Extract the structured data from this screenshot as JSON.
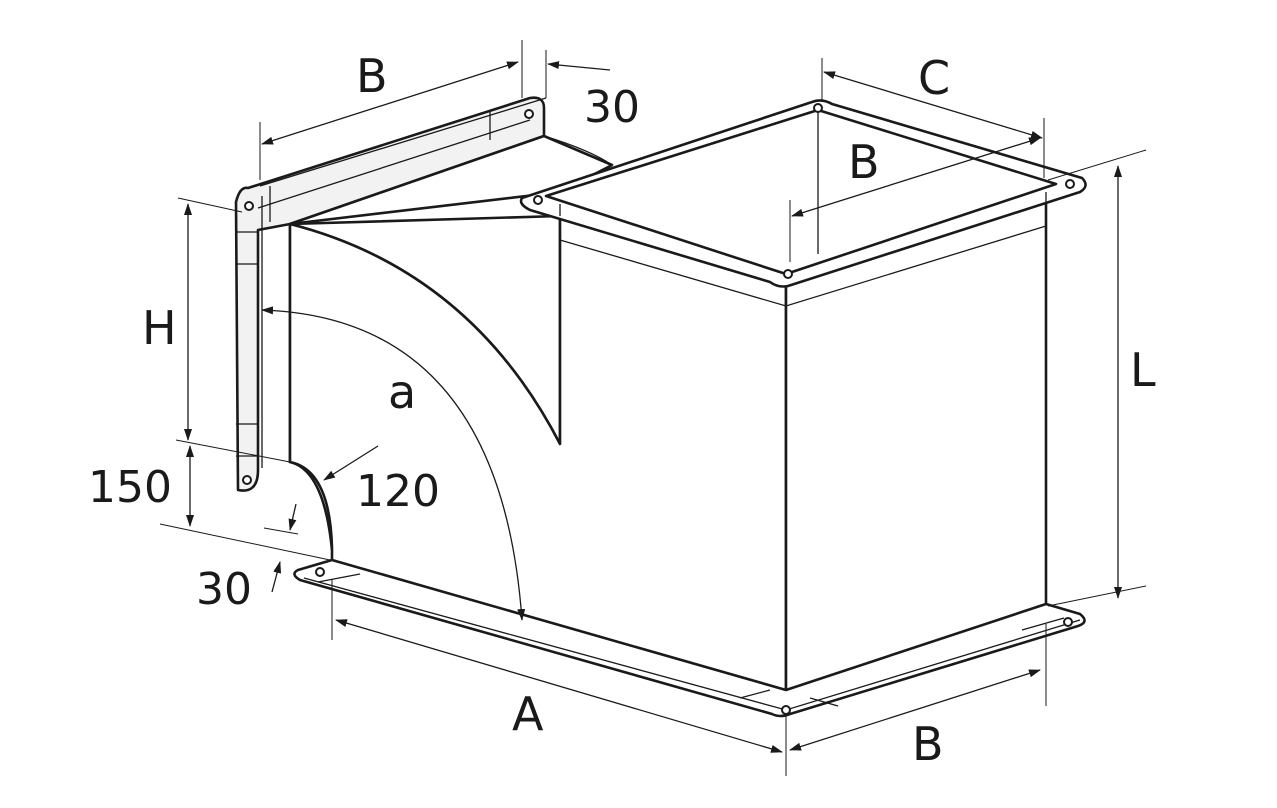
{
  "labels": {
    "top_left_width": "B",
    "flange_width": "30",
    "top_right_width": "C",
    "top_right_depth": "B",
    "height_left": "H",
    "angle": "a",
    "offset": "150",
    "radius": "120",
    "bottom_flange": "30",
    "length": "L",
    "bottom_length": "A",
    "bottom_width": "B"
  },
  "colors": {
    "line": "#1a1a1a",
    "fill": "#ffffff",
    "shade": "#f2f2f2"
  }
}
